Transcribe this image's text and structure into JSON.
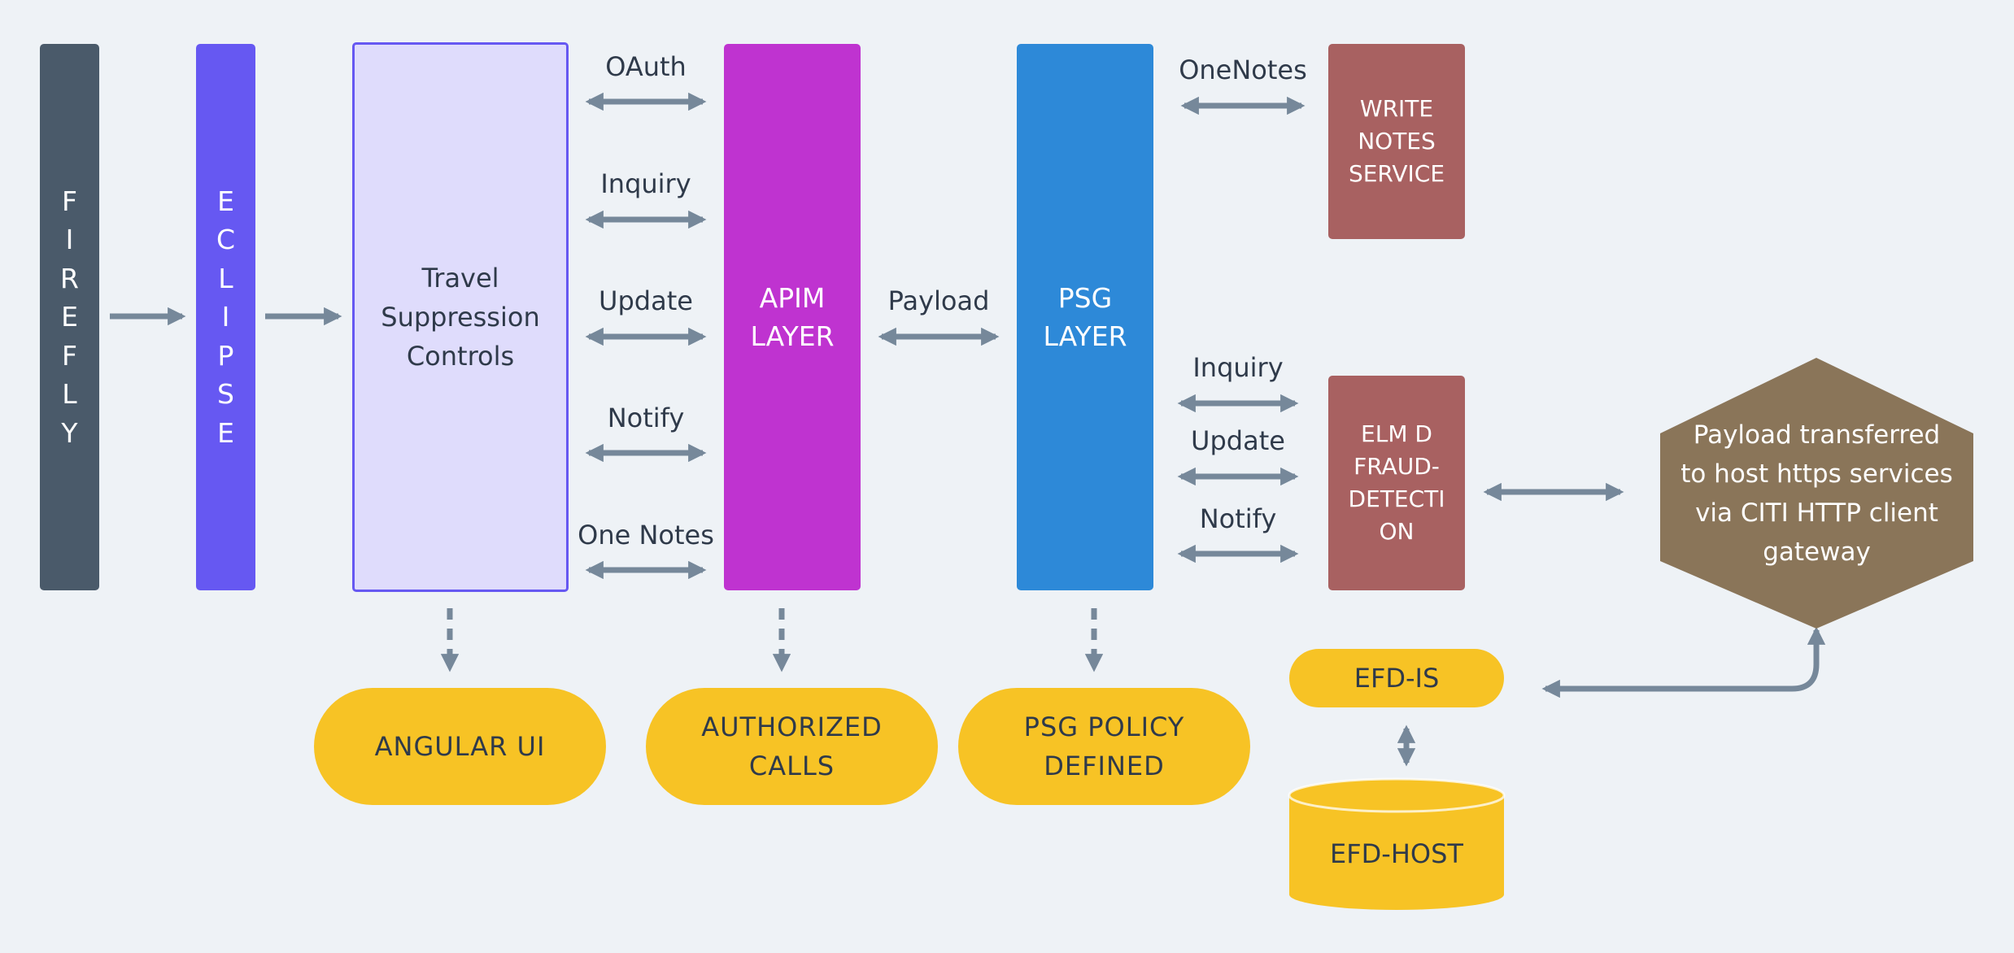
{
  "colors": {
    "background": "#eef2f6",
    "firefly": "#4a5a6a",
    "eclipse": "#6658f2",
    "travel_fill": "#dfdcfc",
    "travel_border": "#6658f2",
    "apim": "#bf33d0",
    "psg": "#2d89d8",
    "service_red": "#a86161",
    "hexagon": "#8a7559",
    "yellow": "#f7c325",
    "connector": "#76889a",
    "text_dark": "#2f3a4a"
  },
  "firefly": {
    "letters": [
      "F",
      "I",
      "R",
      "E",
      "F",
      "L",
      "Y"
    ]
  },
  "eclipse": {
    "letters": [
      "E",
      "C",
      "L",
      "I",
      "P",
      "S",
      "E"
    ]
  },
  "travel": {
    "lines": [
      "Travel",
      "Suppression",
      "Controls"
    ]
  },
  "apim": {
    "lines": [
      "APIM",
      "LAYER"
    ]
  },
  "psg": {
    "lines": [
      "PSG",
      "LAYER"
    ]
  },
  "write_notes": {
    "lines": [
      "WRITE",
      "NOTES",
      "SERVICE"
    ]
  },
  "elm": {
    "lines": [
      "ELM D",
      "FRAUD-",
      "DETECTI",
      "ON"
    ]
  },
  "hexagon": {
    "lines": [
      "Payload transferred",
      "to host https services",
      "via CITI HTTP client",
      "gateway"
    ]
  },
  "travel_apim_labels": [
    "OAuth",
    "Inquiry",
    "Update",
    "Notify",
    "One Notes"
  ],
  "payload_label": "Payload",
  "onenotes_label": "OneNotes",
  "psg_elm_labels": [
    "Inquiry",
    "Update",
    "Notify"
  ],
  "angular_ui": {
    "lines": [
      "ANGULAR UI"
    ]
  },
  "authorized_calls": {
    "lines": [
      "AUTHORIZED",
      "CALLS"
    ]
  },
  "psg_policy": {
    "lines": [
      "PSG POLICY",
      "DEFINED"
    ]
  },
  "efd_is": "EFD-IS",
  "efd_host": "EFD-HOST"
}
